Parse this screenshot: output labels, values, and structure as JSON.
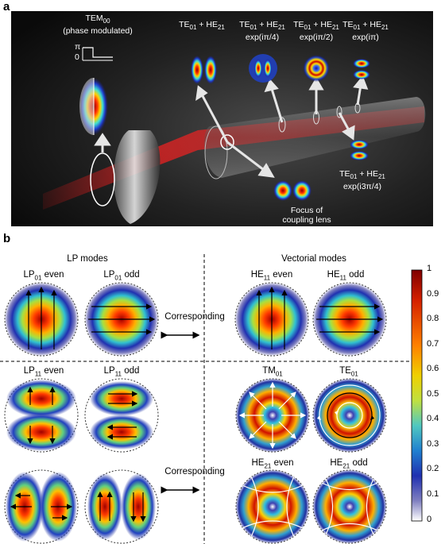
{
  "panel_a": {
    "letter": "a",
    "tem_label_main": "TEM",
    "tem_label_sub": "00",
    "tem_label_note": "(phase modulated)",
    "phase_pi": "π",
    "phase_zero": "0",
    "beams": [
      {
        "l1": "TE",
        "s1": "01",
        "op": " + HE",
        "s2": "21",
        "l2": ""
      },
      {
        "l1": "TE",
        "s1": "01",
        "op": " + HE",
        "s2": "21",
        "l2": "exp(iπ/4)"
      },
      {
        "l1": "TE",
        "s1": "01",
        "op": " + HE",
        "s2": "21",
        "l2": "exp(iπ/2)"
      },
      {
        "l1": "TE",
        "s1": "01",
        "op": " + HE",
        "s2": "21",
        "l2": "exp(iπ)"
      },
      {
        "l1": "TE",
        "s1": "01",
        "op": " + HE",
        "s2": "21",
        "l2": "exp(i3π/4)"
      }
    ],
    "focus_label_1": "Focus of",
    "focus_label_2": "coupling lens"
  },
  "panel_b": {
    "letter": "b",
    "lp_title": "LP modes",
    "vec_title": "Vectorial modes",
    "corresponding_1": "Corresponding",
    "corresponding_2": "Corresponding",
    "modes": [
      {
        "main": "LP",
        "sub": "01",
        "suffix": " even"
      },
      {
        "main": "LP",
        "sub": "01",
        "suffix": " odd"
      },
      {
        "main": "HE",
        "sub": "11",
        "suffix": " even"
      },
      {
        "main": "HE",
        "sub": "11",
        "suffix": " odd"
      },
      {
        "main": "LP",
        "sub": "11",
        "suffix": " even"
      },
      {
        "main": "LP",
        "sub": "11",
        "suffix": " odd"
      },
      {
        "main": "TM",
        "sub": "01",
        "suffix": ""
      },
      {
        "main": "TE",
        "sub": "01",
        "suffix": ""
      },
      {
        "main": "HE",
        "sub": "21",
        "suffix": " even"
      },
      {
        "main": "HE",
        "sub": "21",
        "suffix": " odd"
      }
    ],
    "colorbar_ticks": [
      "1",
      "0.9",
      "0.8",
      "0.7",
      "0.6",
      "0.5",
      "0.4",
      "0.3",
      "0.2",
      "0.1",
      "0"
    ]
  }
}
